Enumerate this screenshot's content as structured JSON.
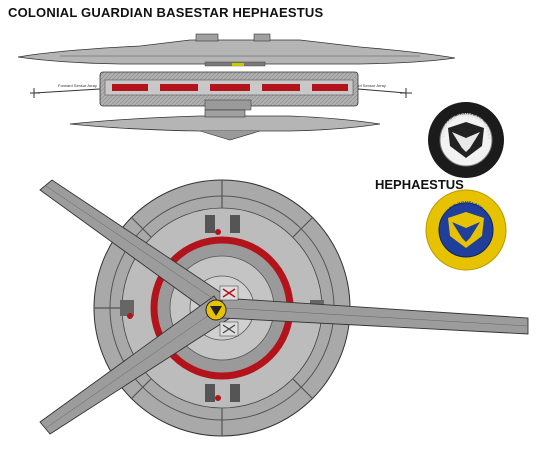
{
  "header": {
    "title": "COLONIAL GUARDIAN BASESTAR HEPHAESTUS"
  },
  "side_panel": {
    "name": "HEPHAESTUS"
  },
  "side_view": {
    "labels": [
      "Forward Sensor Array",
      "Forward Sensor Array"
    ]
  },
  "emblems": {
    "top": {
      "style": "black-silver-shield",
      "text": "STRATEGIC HOMELAND INTERVENTION ENFORCEMENT LOGISTICS DIVISION"
    },
    "bottom": {
      "style": "blue-gold-shield",
      "text": "STRATEGIC HOMELAND INTERVENTION ENFORCEMENT LOGISTICS DIVISION"
    }
  },
  "colors": {
    "hull": "#a8a8a8",
    "hull_dark": "#6e6e6e",
    "accent_red": "#b3131b",
    "emblem_gold": "#e6c200",
    "emblem_blue": "#1f3f9a"
  }
}
